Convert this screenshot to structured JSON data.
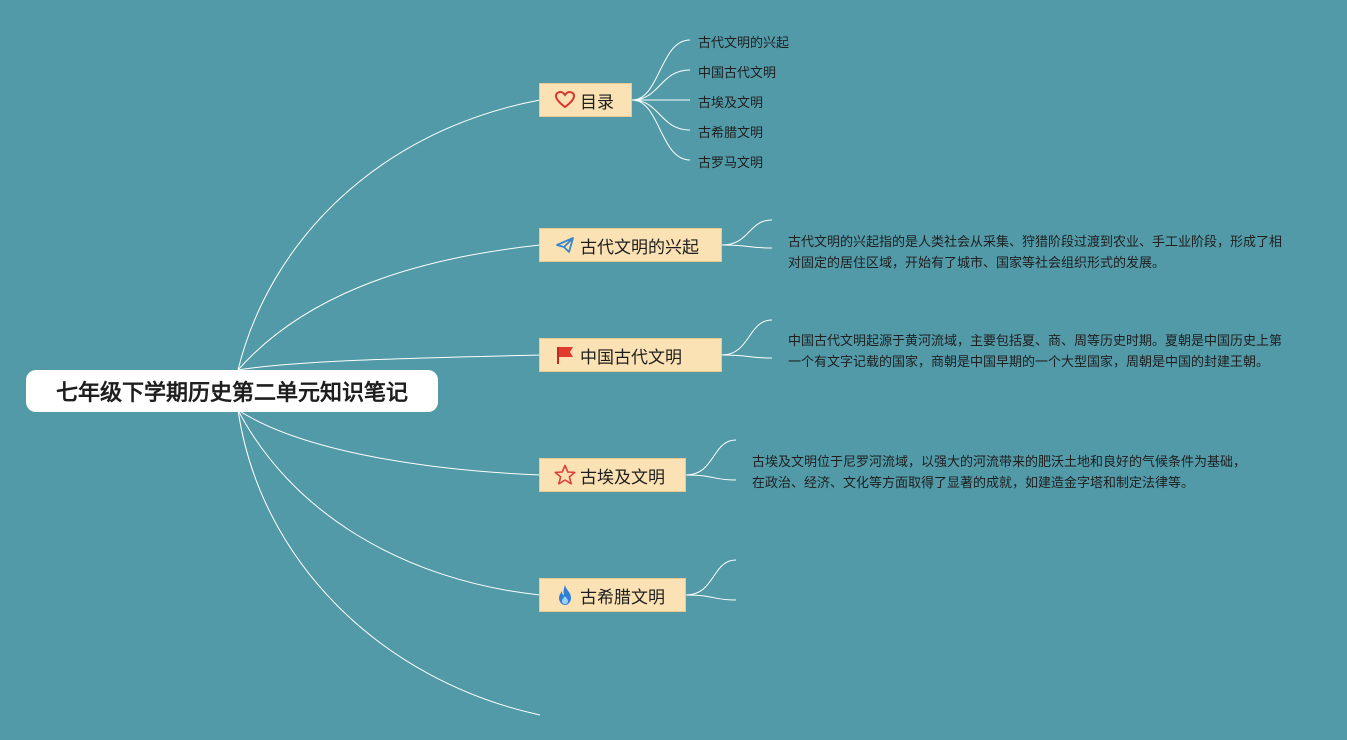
{
  "root": {
    "title": "七年级下学期历史第二单元知识笔记"
  },
  "branches": [
    {
      "label": "目录",
      "icon": "heart-icon",
      "children": [
        "古代文明的兴起",
        "中国古代文明",
        "古埃及文明",
        "古希腊文明",
        "古罗马文明"
      ]
    },
    {
      "label": "古代文明的兴起",
      "icon": "paper-plane-icon",
      "note": "古代文明的兴起指的是人类社会从采集、狩猎阶段过渡到农业、手工业阶段，形成了相对固定的居住区域，开始有了城市、国家等社会组织形式的发展。"
    },
    {
      "label": "中国古代文明",
      "icon": "red-flag-icon",
      "note": "中国古代文明起源于黄河流域，主要包括夏、商、周等历史时期。夏朝是中国历史上第一个有文字记载的国家，商朝是中国早期的一个大型国家，周朝是中国的封建王朝。"
    },
    {
      "label": "古埃及文明",
      "icon": "star-icon",
      "note": "古埃及文明位于尼罗河流域，以强大的河流带来的肥沃土地和良好的气候条件为基础，在政治、经济、文化等方面取得了显著的成就，如建造金字塔和制定法律等。"
    },
    {
      "label": "古希腊文明",
      "icon": "flame-icon"
    }
  ]
}
